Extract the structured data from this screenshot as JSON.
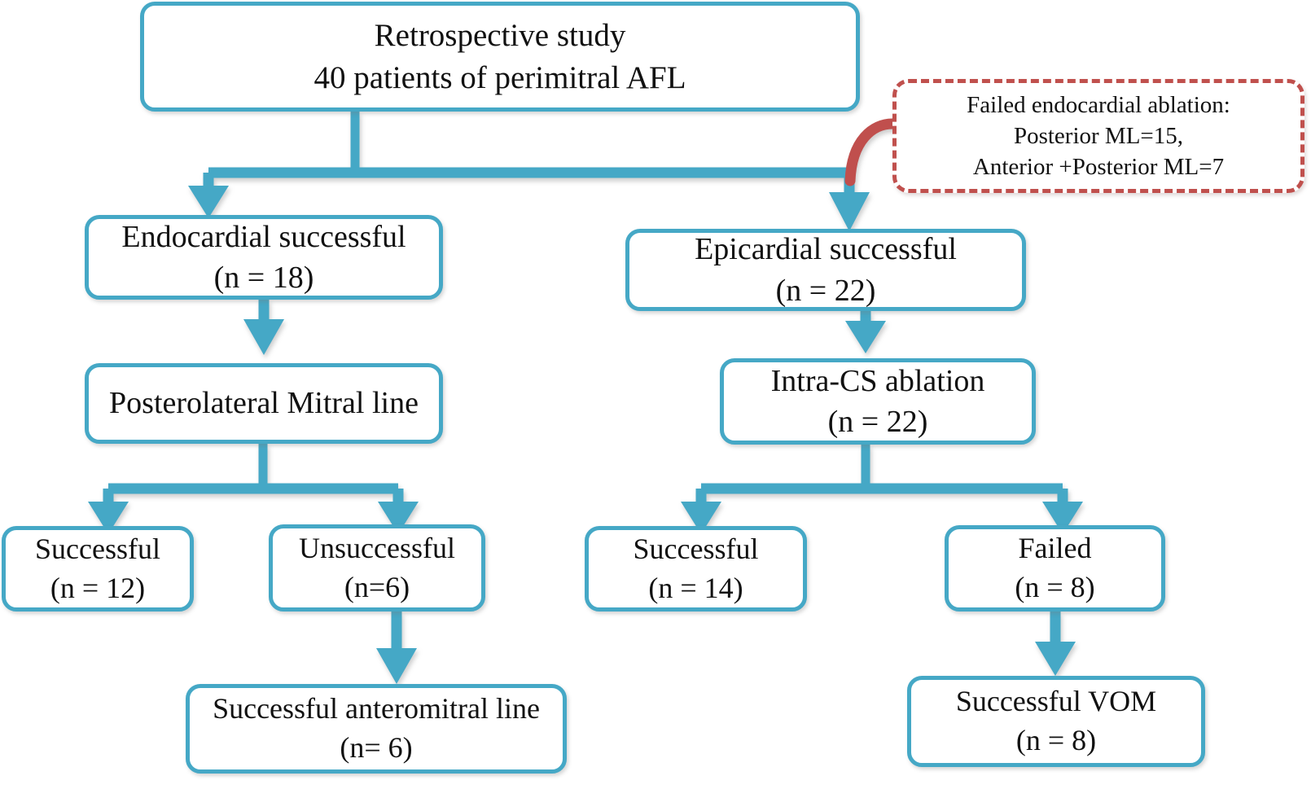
{
  "figure": {
    "kind": "flowchart",
    "orientation": "top-down",
    "colors": {
      "node_border_teal": "#45A8C6",
      "node_fill": "#FFFFFF",
      "connector_teal": "#45A8C6",
      "annotation_red": "#C0504D",
      "text": "#111111",
      "background": "#FFFFFF"
    }
  },
  "nodes": {
    "root": {
      "id": "root",
      "style": "solid-teal",
      "lines": [
        "Retrospective study",
        "40 patients of perimitral AFL"
      ],
      "n": 40
    },
    "failed_endocardial_note": {
      "id": "failed-endocardial-ablation-note",
      "style": "dashed-red",
      "lines": [
        "Failed endocardial ablation:",
        "Posterior ML=15,",
        "Anterior +Posterior ML=7"
      ],
      "values": {
        "posterior_ml": 15,
        "anterior_plus_posterior_ml": 7
      }
    },
    "endocardial_successful": {
      "id": "endocardial-successful",
      "style": "solid-teal",
      "lines": [
        "Endocardial successful",
        "(n = 18)"
      ],
      "n": 18
    },
    "epicardial_successful": {
      "id": "epicardial-successful",
      "style": "solid-teal",
      "lines": [
        "Epicardial successful",
        "(n = 22)"
      ],
      "n": 22
    },
    "posterolateral_mitral_line": {
      "id": "posterolateral-mitral-line",
      "style": "solid-teal",
      "lines": [
        "Posterolateral Mitral line"
      ]
    },
    "intra_cs_ablation": {
      "id": "intra-cs-ablation",
      "style": "solid-teal",
      "lines": [
        "Intra-CS ablation",
        "(n = 22)"
      ],
      "n": 22
    },
    "successful_12": {
      "id": "successful-12",
      "style": "solid-teal",
      "lines": [
        "Successful",
        "(n = 12)"
      ],
      "n": 12
    },
    "unsuccessful_6": {
      "id": "unsuccessful-6",
      "style": "solid-teal",
      "lines": [
        "Unsuccessful",
        "(n=6)"
      ],
      "n": 6
    },
    "successful_14": {
      "id": "successful-14",
      "style": "solid-teal",
      "lines": [
        "Successful",
        "(n = 14)"
      ],
      "n": 14
    },
    "failed_8": {
      "id": "failed-8",
      "style": "solid-teal",
      "lines": [
        "Failed",
        "(n = 8)"
      ],
      "n": 8
    },
    "successful_anteromitral_line": {
      "id": "successful-anteromitral-line",
      "style": "solid-teal",
      "lines": [
        "Successful anteromitral line",
        "(n= 6)"
      ],
      "n": 6
    },
    "successful_vom": {
      "id": "successful-vom",
      "style": "solid-teal",
      "lines": [
        "Successful VOM",
        "(n = 8)"
      ],
      "n": 8
    }
  },
  "edges": [
    {
      "name": "root-to-endocardial",
      "from": "root",
      "to": "endocardial_successful",
      "style": "elbow-teal",
      "arrow": true
    },
    {
      "name": "root-to-epicardial",
      "from": "root",
      "to": "epicardial_successful",
      "style": "elbow-teal",
      "arrow": true
    },
    {
      "name": "failed-note-to-epicardial",
      "from": "failed_endocardial_note",
      "to": "epicardial_successful",
      "style": "curved-red",
      "arrow": false
    },
    {
      "name": "endocardial-to-posterolateral",
      "from": "endocardial_successful",
      "to": "posterolateral_mitral_line",
      "style": "straight-teal",
      "arrow": true
    },
    {
      "name": "epicardial-to-intracs",
      "from": "epicardial_successful",
      "to": "intra_cs_ablation",
      "style": "straight-teal",
      "arrow": true
    },
    {
      "name": "posterolateral-to-successful-12",
      "from": "posterolateral_mitral_line",
      "to": "successful_12",
      "style": "elbow-teal",
      "arrow": true
    },
    {
      "name": "posterolateral-to-unsuccessful-6",
      "from": "posterolateral_mitral_line",
      "to": "unsuccessful_6",
      "style": "elbow-teal",
      "arrow": true
    },
    {
      "name": "intracs-to-successful-14",
      "from": "intra_cs_ablation",
      "to": "successful_14",
      "style": "elbow-teal",
      "arrow": true
    },
    {
      "name": "intracs-to-failed-8",
      "from": "intra_cs_ablation",
      "to": "failed_8",
      "style": "elbow-teal",
      "arrow": true
    },
    {
      "name": "unsuccessful-to-anteromitral",
      "from": "unsuccessful_6",
      "to": "successful_anteromitral_line",
      "style": "straight-teal",
      "arrow": true
    },
    {
      "name": "failed-8-to-vom",
      "from": "failed_8",
      "to": "successful_vom",
      "style": "straight-teal",
      "arrow": true
    }
  ]
}
